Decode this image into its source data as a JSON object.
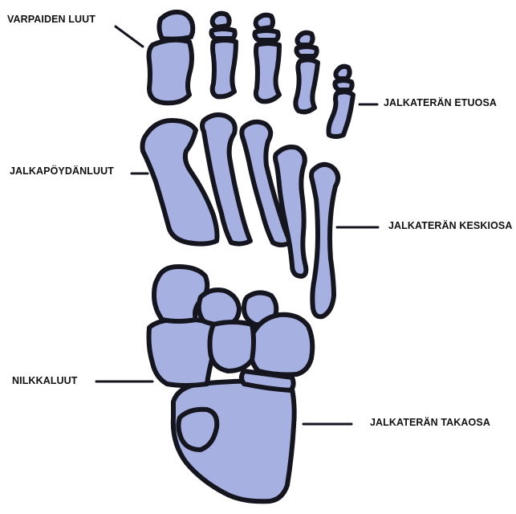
{
  "labels": {
    "toes": "VARPAIDEN LUUT",
    "forefoot": "JALKATERÄN ETUOSA",
    "metatarsals": "JALKAPÖYDÄNLUUT",
    "midfoot": "JALKATERÄN KESKIOSA",
    "tarsals": "NILKKALUUT",
    "hindfoot": "JALKATERÄN TAKAOSA"
  },
  "colors": {
    "bone_fill": "#a7b1e1",
    "outline": "#15151f",
    "background": "#ffffff",
    "text": "#111111"
  }
}
